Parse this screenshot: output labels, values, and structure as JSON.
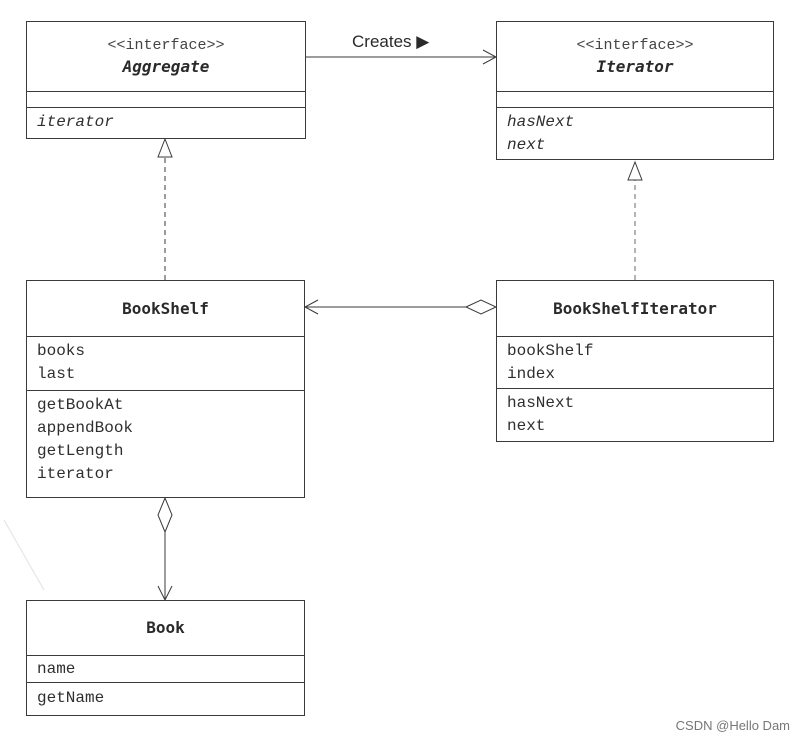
{
  "diagram": {
    "classes": {
      "aggregate": {
        "stereotype": "<<interface>>",
        "name": "Aggregate",
        "fields": [],
        "methods": [
          "iterator"
        ]
      },
      "iterator": {
        "stereotype": "<<interface>>",
        "name": "Iterator",
        "fields": [],
        "methods": [
          "hasNext",
          "next"
        ]
      },
      "bookshelf": {
        "name": "BookShelf",
        "fields": [
          "books",
          "last"
        ],
        "methods": [
          "getBookAt",
          "appendBook",
          "getLength",
          "iterator"
        ]
      },
      "bookshelf_iterator": {
        "name": "BookShelfIterator",
        "fields": [
          "bookShelf",
          "index"
        ],
        "methods": [
          "hasNext",
          "next"
        ]
      },
      "book": {
        "name": "Book",
        "fields": [
          "name"
        ],
        "methods": [
          "getName"
        ]
      }
    },
    "relations": {
      "creates_label": "Creates ▶"
    }
  },
  "watermark": "CSDN @Hello Dam"
}
